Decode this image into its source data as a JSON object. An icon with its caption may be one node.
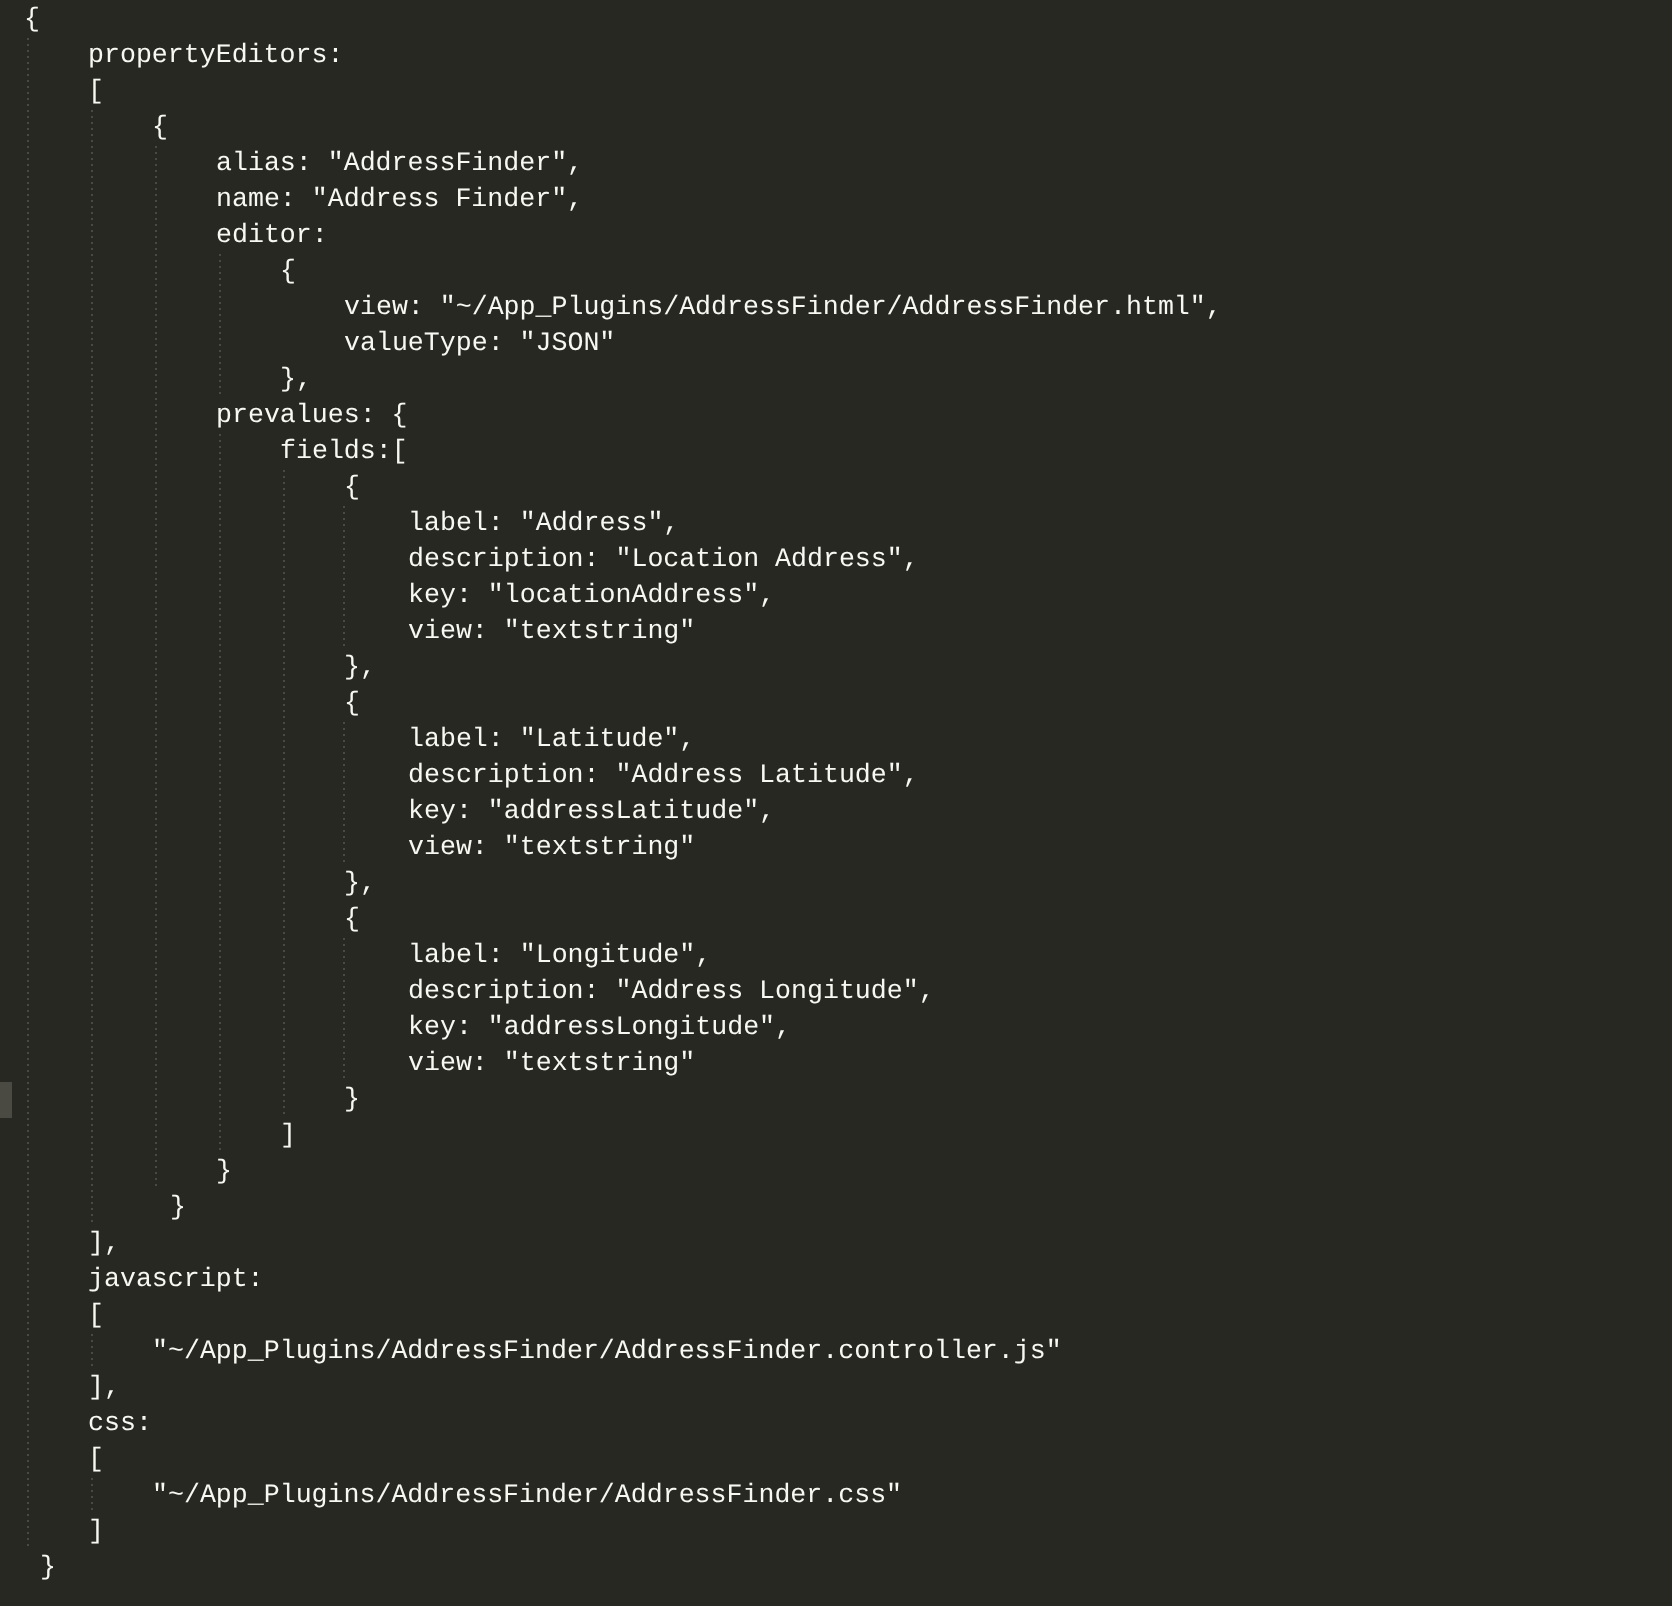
{
  "diagram": {
    "labels": [
      "{",
      "propertyEditors:",
      "[",
      "{",
      "alias: \"AddressFinder\",",
      "name: \"Address Finder\",",
      "editor:",
      "{",
      "view: \"~/App_Plugins/AddressFinder/AddressFinder.html\",",
      "valueType: \"JSON\"",
      "},",
      "prevalues: {",
      "fields:[",
      "{",
      "label: \"Address\",",
      "description: \"Location Address\",",
      "key: \"locationAddress\",",
      "view: \"textstring\"",
      "},",
      "{",
      "label: \"Latitude\",",
      "description: \"Address Latitude\",",
      "key: \"addressLatitude\",",
      "view: \"textstring\"",
      "},",
      "{",
      "label: \"Longitude\",",
      "description: \"Address Longitude\",",
      "key: \"addressLongitude\",",
      "view: \"textstring\"",
      "}",
      "]",
      "}",
      "}",
      "],",
      "javascript:",
      "[",
      "\"~/App_Plugins/AddressFinder/AddressFinder.controller.js\"",
      "],",
      "css:",
      "[",
      "\"~/App_Plugins/AddressFinder/AddressFinder.css\"",
      "]",
      "}"
    ]
  }
}
